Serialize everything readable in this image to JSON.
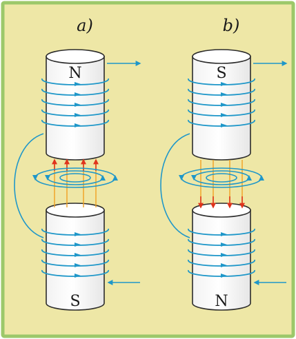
{
  "panels": [
    {
      "id": "a",
      "label": "a)",
      "top_pole": "N",
      "bottom_pole": "S",
      "field_direction": "up"
    },
    {
      "id": "b",
      "label": "b)",
      "top_pole": "S",
      "bottom_pole": "N",
      "field_direction": "down"
    }
  ],
  "colors": {
    "background": "#eee7a6",
    "border": "#9cc86a",
    "cylinder_fill": "#ffffff",
    "cylinder_stroke": "#2b2b2b",
    "coil": "#1f97c9",
    "field_line": "#f0a020",
    "field_arrow": "#e0341c"
  }
}
